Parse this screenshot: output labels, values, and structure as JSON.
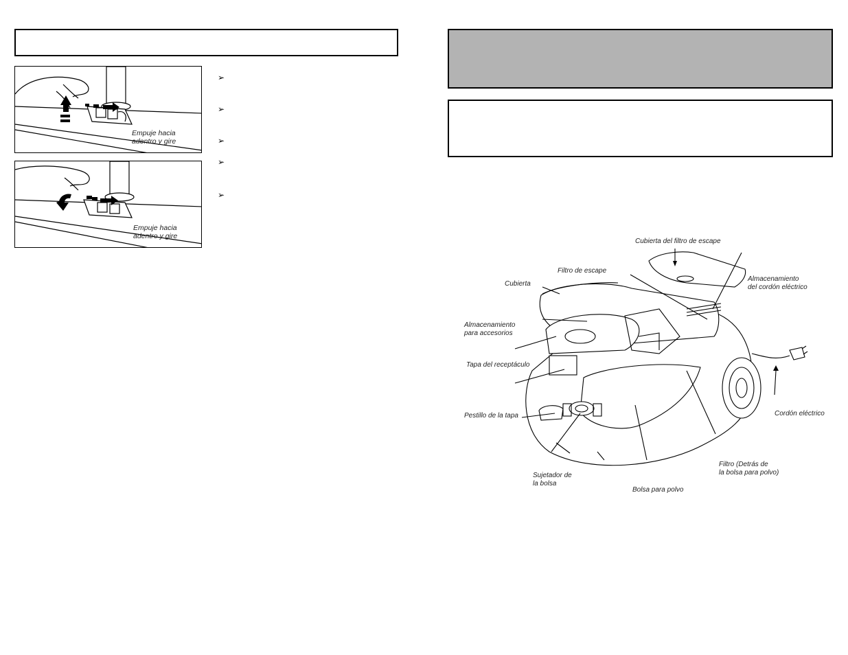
{
  "left": {
    "panel_top": {
      "caption_line1": "Empuje hacia",
      "caption_line2": "adentro y gire"
    },
    "panel_bottom": {
      "caption_line1": "Empuje hacia",
      "caption_line2": "adentro y gire"
    },
    "bullets": [
      "➢",
      "➢",
      "➢",
      "➢",
      "➢"
    ]
  },
  "diagram": {
    "labels": {
      "exhaust_filter_cover": "Cubierta del filtro de escape",
      "exhaust_filter": "Filtro de escape",
      "cover": "Cubierta",
      "cord_storage_1": "Almacenamiento",
      "cord_storage_2": "del cordón eléctrico",
      "tool_storage_1": "Almacenamiento",
      "tool_storage_2": "para accesorios",
      "receptacle_lid": "Tapa del receptáculo",
      "lid_latch": "Pestillo de la tapa",
      "power_cord": "Cordón eléctrico",
      "filter_1": "Filtro (Detrás de",
      "filter_2": "la bolsa para polvo)",
      "bag_holder_1": "Sujetador de",
      "bag_holder_2": "la bolsa",
      "dust_bag": "Bolsa para polvo"
    }
  }
}
